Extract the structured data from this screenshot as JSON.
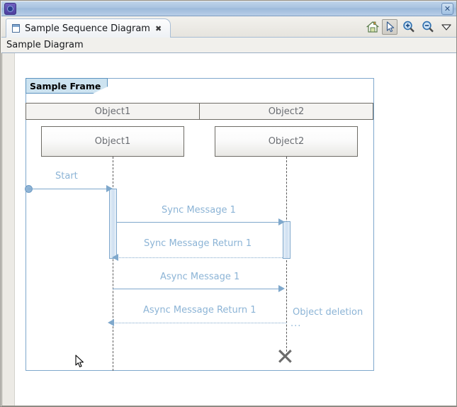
{
  "window": {
    "icon": "eclipse-logo-icon",
    "close_label": "✕"
  },
  "tab": {
    "icon": "document-icon",
    "title": "Sample Sequence Diagram",
    "close_label": "✖"
  },
  "toolbar": {
    "items": [
      {
        "name": "home-icon",
        "title": "Home",
        "active": false
      },
      {
        "name": "select-tool-icon",
        "title": "Select",
        "active": true
      },
      {
        "name": "zoom-in-icon",
        "title": "Zoom In",
        "active": false
      },
      {
        "name": "zoom-out-icon",
        "title": "Zoom Out",
        "active": false
      },
      {
        "name": "chevron-down-icon",
        "title": "More",
        "active": false
      }
    ]
  },
  "breadcrumb": {
    "text": "Sample Diagram"
  },
  "diagram": {
    "frame_label": "Sample Frame",
    "headers": [
      {
        "label": "Object1"
      },
      {
        "label": "Object2"
      }
    ],
    "lifelines": [
      {
        "label": "Object1"
      },
      {
        "label": "Object2"
      }
    ],
    "messages": [
      {
        "label": "Start",
        "kind": "found",
        "direction": "right",
        "style": "solid"
      },
      {
        "label": "Sync Message 1",
        "kind": "sync",
        "direction": "right",
        "style": "solid"
      },
      {
        "label": "Sync Message Return 1",
        "kind": "return",
        "direction": "left",
        "style": "dotted"
      },
      {
        "label": "Async Message 1",
        "kind": "async",
        "direction": "right",
        "style": "solid"
      },
      {
        "label": "Async Message Return 1",
        "kind": "return",
        "direction": "left",
        "style": "dotted"
      }
    ],
    "destruction": {
      "label": "Object deletion",
      "ellipsis": "...",
      "marker": "✕"
    },
    "colors": {
      "accent": "#7fa8cc",
      "message_text": "#8cb4d6",
      "frame_label_fill": "#cde3f0",
      "lifeline": "#5a5a5a",
      "destroy_marker": "#6b6b6b"
    }
  }
}
